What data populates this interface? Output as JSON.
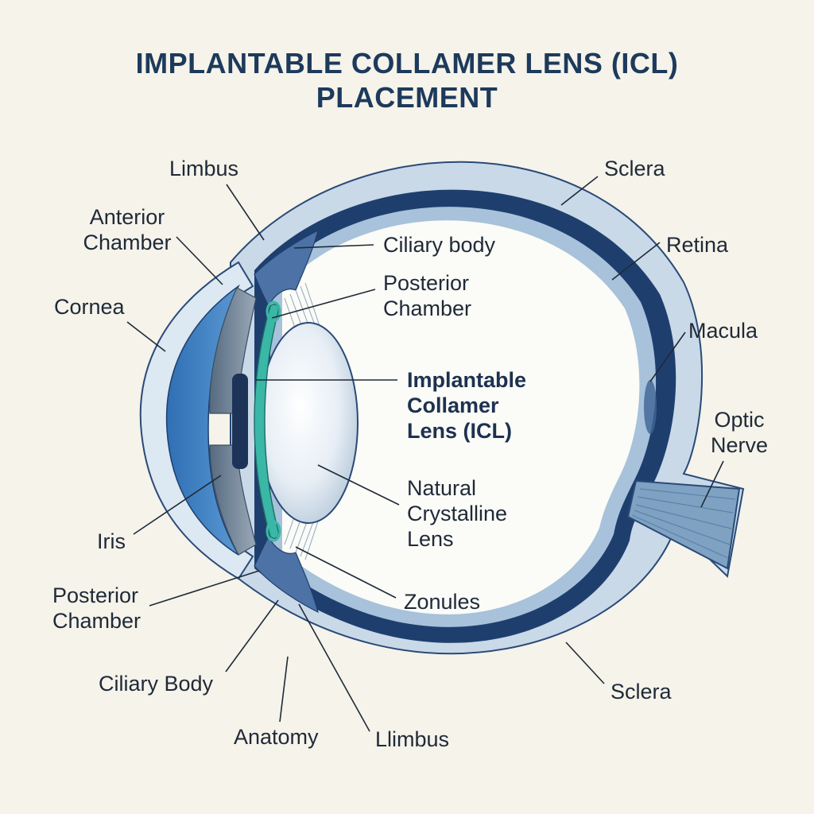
{
  "title": [
    "IMPLANTABLE COLLAMER LENS  (ICL)",
    "PLACEMENT"
  ],
  "labels": {
    "limbus_top": [
      "Limbus"
    ],
    "anterior_chamber": [
      "Anterior",
      "Chamber"
    ],
    "cornea": [
      "Cornea"
    ],
    "sclera_top": [
      "Sclera"
    ],
    "ciliary_body_top": [
      "Ciliary body"
    ],
    "posterior_chamber_top": [
      "Posterior",
      "Chamber"
    ],
    "retina": [
      "Retina"
    ],
    "macula": [
      "Macula"
    ],
    "icl": [
      "Implantable",
      "Collamer",
      "Lens (ICL)"
    ],
    "optic_nerve": [
      "Optic",
      "Nerve"
    ],
    "natural_lens": [
      "Natural",
      "Crystalline",
      "Lens"
    ],
    "iris": [
      "Iris"
    ],
    "posterior_chamber_bottom": [
      "Posterior",
      "Chamber"
    ],
    "zonules": [
      "Zonules"
    ],
    "ciliary_body_bottom": [
      "Ciliary Body"
    ],
    "sclera_bottom": [
      "Sclera"
    ],
    "anatomy": [
      "Anatomy"
    ],
    "limbus_bottom": [
      "Llimbus"
    ]
  },
  "colors": {
    "background": "#f5f3ea",
    "sclera": "#c9d9e8",
    "choroid": "#1e3f6e",
    "retina": "#a7c2da",
    "cornea": "#3f7fc0",
    "iris": "#6e7f91",
    "icl": "#3ab7a6",
    "text": "#1f2a38",
    "title": "#1d3a5c"
  }
}
